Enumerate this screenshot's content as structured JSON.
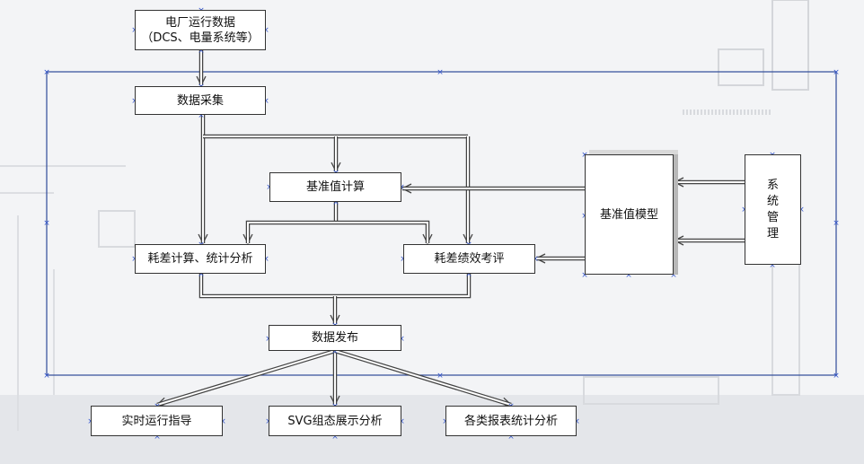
{
  "diagram": {
    "colors": {
      "frame": "#2f4a9a",
      "node_border": "#333333",
      "arrow": "#444444",
      "handle": "#3355cc"
    },
    "nodes": {
      "source": "电厂运行数据\n（DCS、电量系统等）",
      "collect": "数据采集",
      "baseline_calc": "基准值计算",
      "deviation_calc": "耗差计算、统计分析",
      "performance_eval": "耗差绩效考评",
      "baseline_model": "基准值模型",
      "system_mgmt": "系\n统\n管\n理",
      "publish": "数据发布",
      "realtime_guide": "实时运行指导",
      "svg_display": "SVG组态展示分析",
      "reports": "各类报表统计分析"
    }
  }
}
